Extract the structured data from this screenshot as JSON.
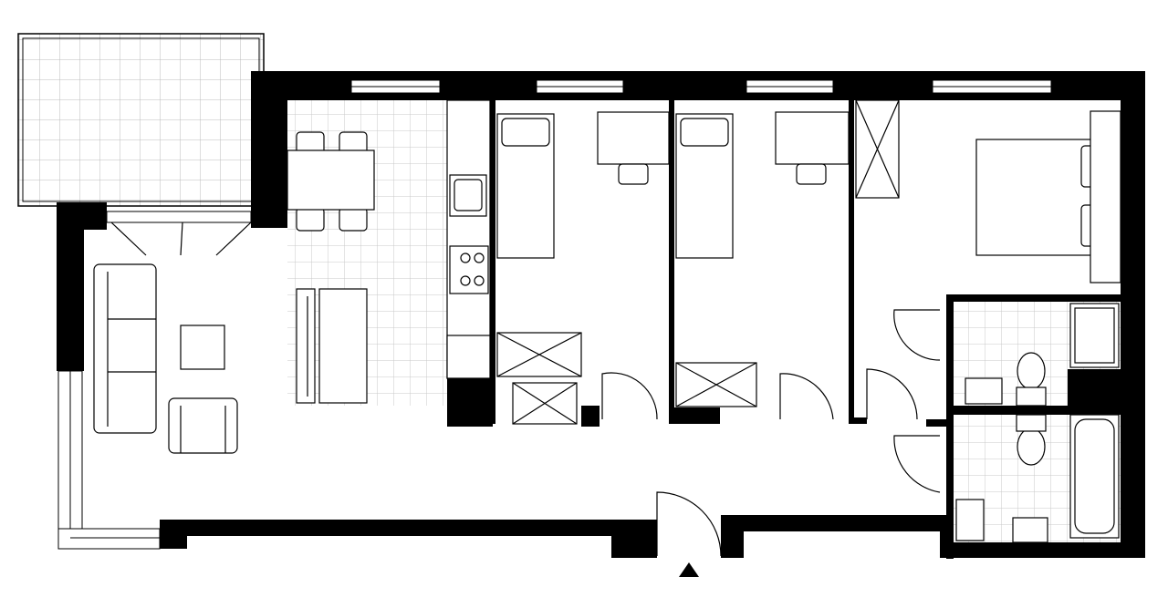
{
  "plan": {
    "wall_color": "#000000",
    "floor_color": "#ffffff",
    "tile_color": "#c8c8c8",
    "rooms": [
      "living-room",
      "kitchen",
      "bedroom-1",
      "bedroom-2",
      "master-bedroom",
      "bathroom-1",
      "bathroom-2",
      "hallway",
      "balcony"
    ],
    "entrance_marker": "triangle-up-icon"
  }
}
